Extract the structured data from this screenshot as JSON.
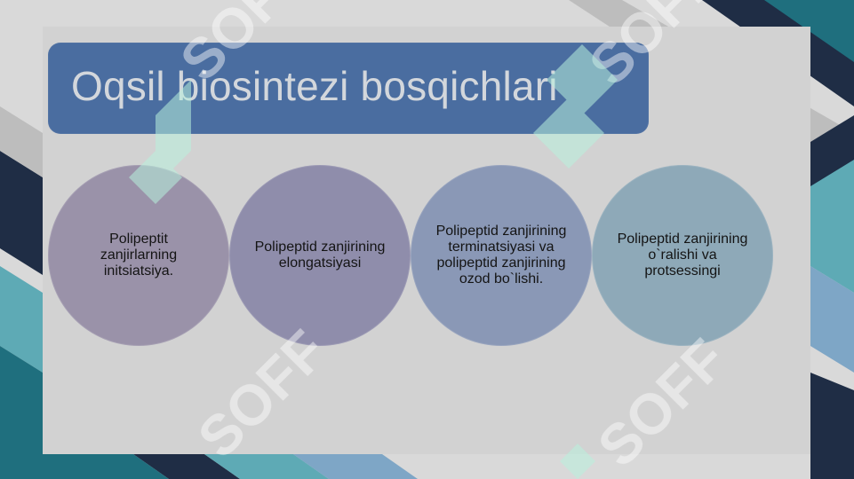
{
  "slide": {
    "title": "Oqsil biosintezi bosqichlari",
    "steps": [
      {
        "label": "Polipeptit zanjirlarning initsiatsiya."
      },
      {
        "label": "Polipeptid zanjirining elongatsiyasi"
      },
      {
        "label": "Polipeptid zanjirining terminatsiyasi va polipeptid zanjirining ozod bo`lishi."
      },
      {
        "label": "Polipeptid zanjirining o`ralishi va protsessingi"
      }
    ]
  },
  "watermark": {
    "text": "SOFF"
  },
  "colors": {
    "title_bar": "#4a6da0",
    "title_text": "#d3d7dc",
    "circle_1": "#9a92a9",
    "circle_2": "#8f8dab",
    "circle_3": "#8a98b6",
    "circle_4": "#8ea9b8",
    "stripe_dark": "#1f2d45",
    "stripe_teal": "#1f6f7e",
    "stripe_light_teal": "#5eaab5",
    "stripe_blue": "#7ea6c6"
  }
}
